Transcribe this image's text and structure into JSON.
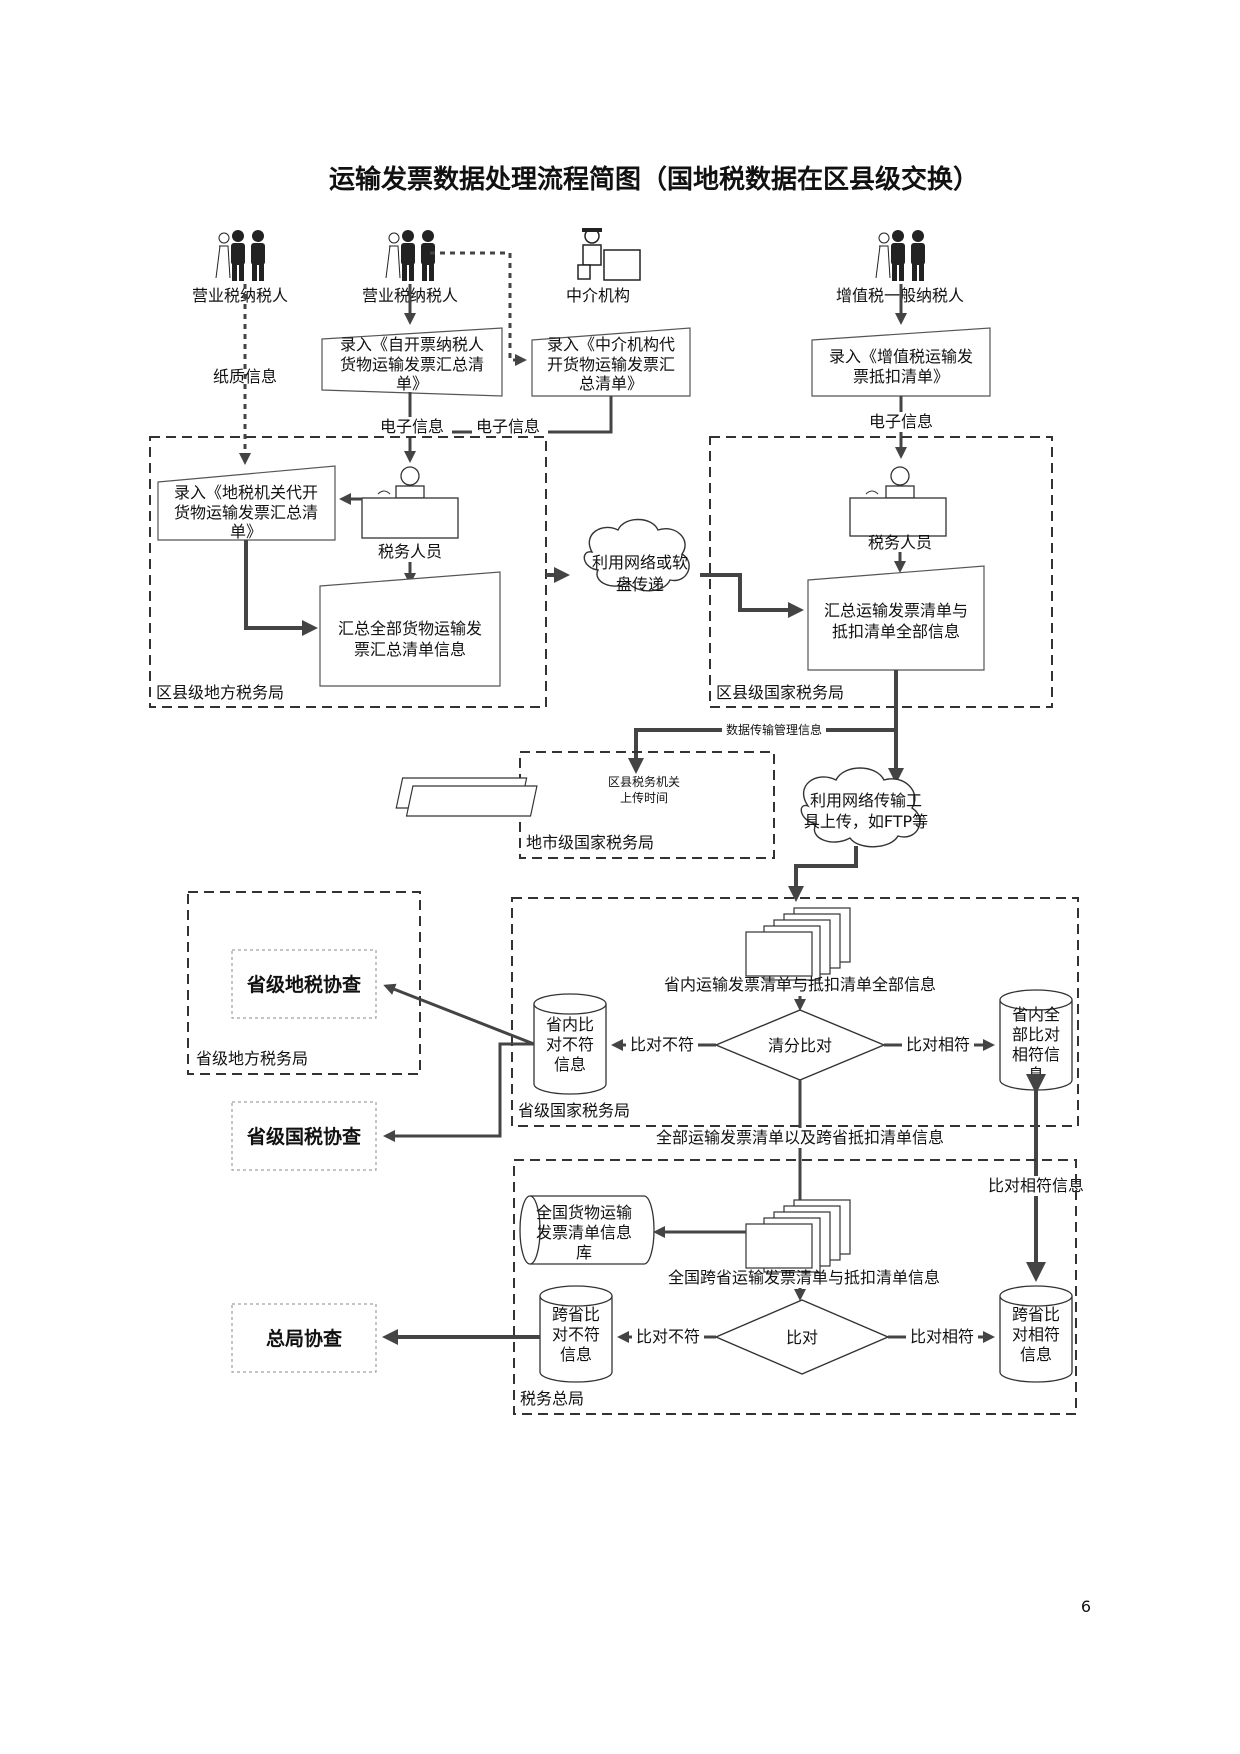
{
  "title": "运输发票数据处理流程简图（国地税数据在区县级交换）",
  "page_number": "6",
  "actors": {
    "business_tax_payer_1": "营业税纳税人",
    "business_tax_payer_2": "营业税纳税人",
    "intermediary": "中介机构",
    "vat_payer": "增值税一般纳税人"
  },
  "edges": {
    "paper_info": "纸质信息",
    "electronic_info_1": "电子信息",
    "electronic_info_2": "电子信息",
    "electronic_info_3": "电子信息",
    "data_mgmt_info": "数据传输管理信息",
    "mismatch_1": "比对不符",
    "match_1": "比对相符",
    "all_lists": "全部运输发票清单以及跨省抵扣清单信息",
    "match_info": "比对相符信息",
    "mismatch_2": "比对不符",
    "match_2": "比对相符"
  },
  "nodes": {
    "self_issue_entry": "录入《自开票纳税人货物运输发票汇总清单》",
    "agent_entry": "录入《中介机构代开货物运输发票汇总清单》",
    "vat_entry": "录入《增值税运输发票抵扣清单》",
    "local_tax_entry": "录入《地税机关代开货物运输发票汇总清单》",
    "tax_staff_1": "税务人员",
    "tax_staff_2": "税务人员",
    "summary_local": "汇总全部货物运输发票汇总清单信息",
    "network_transfer": "利用网络或软盘传递",
    "summary_national": "汇总运输发票清单与抵扣清单全部信息",
    "upload_time": "区县税务机关上传时间",
    "ftp_upload": "利用网络传输工具上传，如FTP等",
    "province_docs": "省内运输发票清单与抵扣清单全部信息",
    "clear_compare": "清分比对",
    "province_mismatch": "省内比对不符信息",
    "province_match": "省内全部比对相符信息",
    "national_db": "全国货物运输发票清单信息库",
    "cross_docs": "全国跨省运输发票清单与抵扣清单信息",
    "compare": "比对",
    "cross_mismatch": "跨省比对不符信息",
    "cross_match": "跨省比对相符信息",
    "prov_local_check": "省级地税协查",
    "prov_national_check": "省级国税协查",
    "hq_check": "总局协查"
  },
  "regions": {
    "district_local": "区县级地方税务局",
    "district_national": "区县级国家税务局",
    "city_national": "地市级国家税务局",
    "prov_local": "省级地方税务局",
    "prov_national": "省级国家税务局",
    "hq": "税务总局"
  }
}
